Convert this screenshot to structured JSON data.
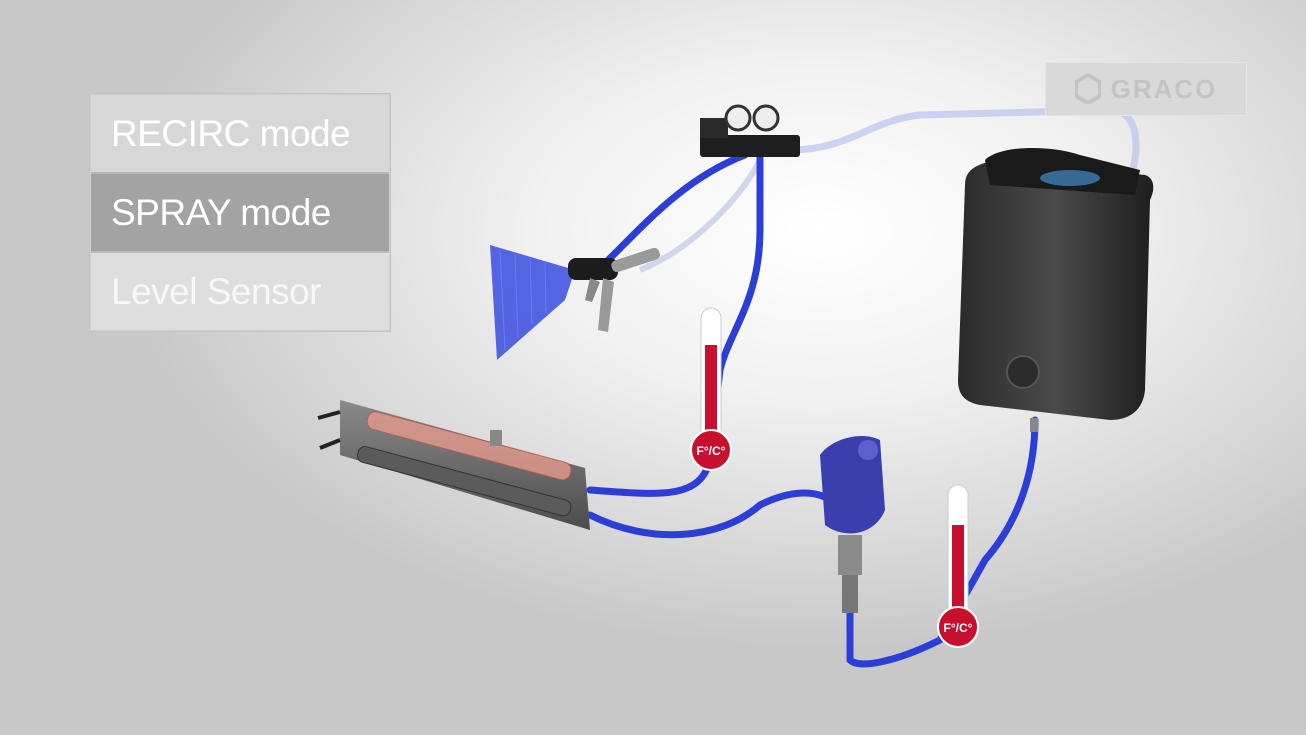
{
  "menu": {
    "items": [
      {
        "label": "RECIRC mode",
        "active": false
      },
      {
        "label": "SPRAY mode",
        "active": true
      },
      {
        "label": "Level Sensor",
        "active": false
      }
    ]
  },
  "logo": {
    "text": "GRACO"
  },
  "thermometers": [
    {
      "label": "F°/C°"
    },
    {
      "label": "F°/C°"
    }
  ],
  "colors": {
    "hose": "#2b3fd8",
    "thermometer_red": "#c8102e",
    "pump": "#3a3fb0"
  }
}
